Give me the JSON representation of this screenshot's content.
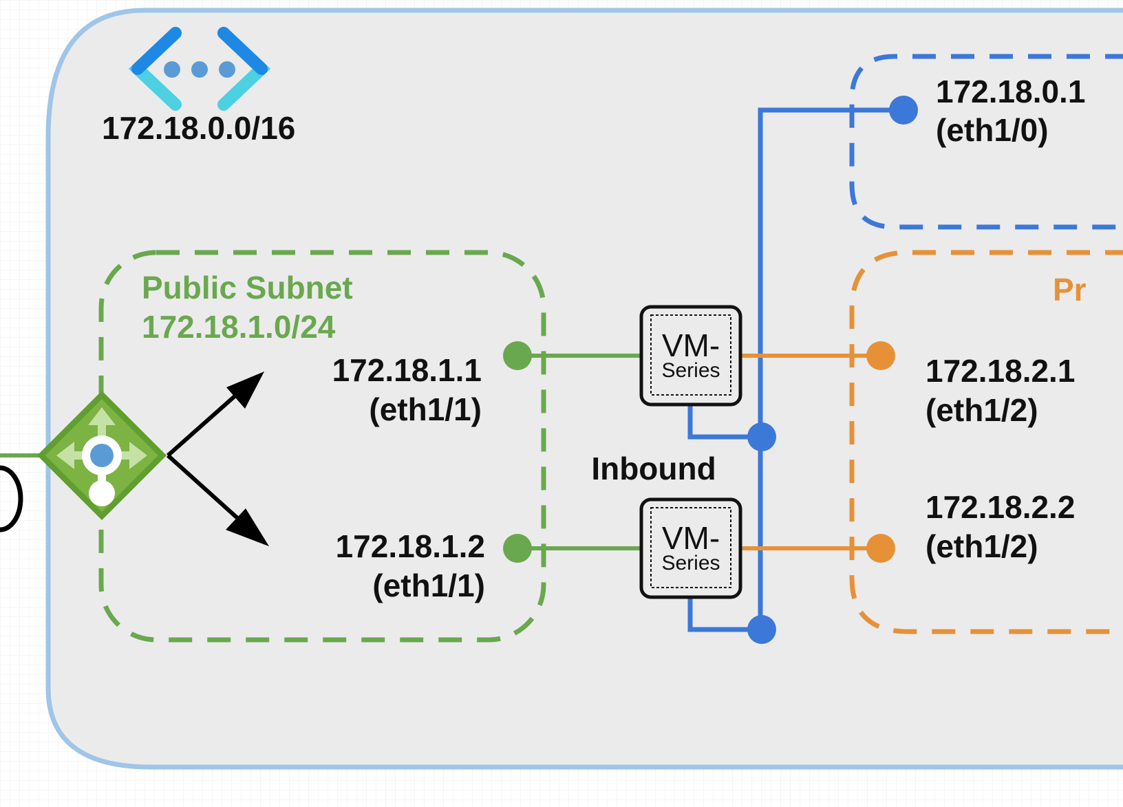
{
  "vnet": {
    "cidr": "172.18.0.0/16"
  },
  "public_subnet": {
    "title": "Public Subnet",
    "cidr": "172.18.1.0/24",
    "nodes": [
      {
        "ip": "172.18.1.1",
        "iface": "(eth1/1)"
      },
      {
        "ip": "172.18.1.2",
        "iface": "(eth1/1)"
      }
    ]
  },
  "mgmt_subnet": {
    "nodes": [
      {
        "ip": "172.18.0.1",
        "iface": "(eth1/0)"
      }
    ]
  },
  "private_subnet": {
    "title_visible": "Pr",
    "nodes": [
      {
        "ip": "172.18.2.1",
        "iface": "(eth1/2)"
      },
      {
        "ip": "172.18.2.2",
        "iface": "(eth1/2)"
      }
    ]
  },
  "firewalls": [
    {
      "line1": "VM-",
      "line2": "Series"
    },
    {
      "line1": "VM-",
      "line2": "Series"
    }
  ],
  "traffic_label": "Inbound",
  "colors": {
    "vnet_border": "#9fc5e8",
    "vnet_fill": "#ebebeb",
    "public": "#6aa84f",
    "management": "#3c78d8",
    "private": "#e69138",
    "icon_blue": "#1e88e5",
    "icon_cyan": "#4dd0e1",
    "lb_green": "#7cb342"
  },
  "icons": [
    "virtual-network-icon",
    "load-balancer-icon",
    "vm-series-firewall-icon"
  ]
}
